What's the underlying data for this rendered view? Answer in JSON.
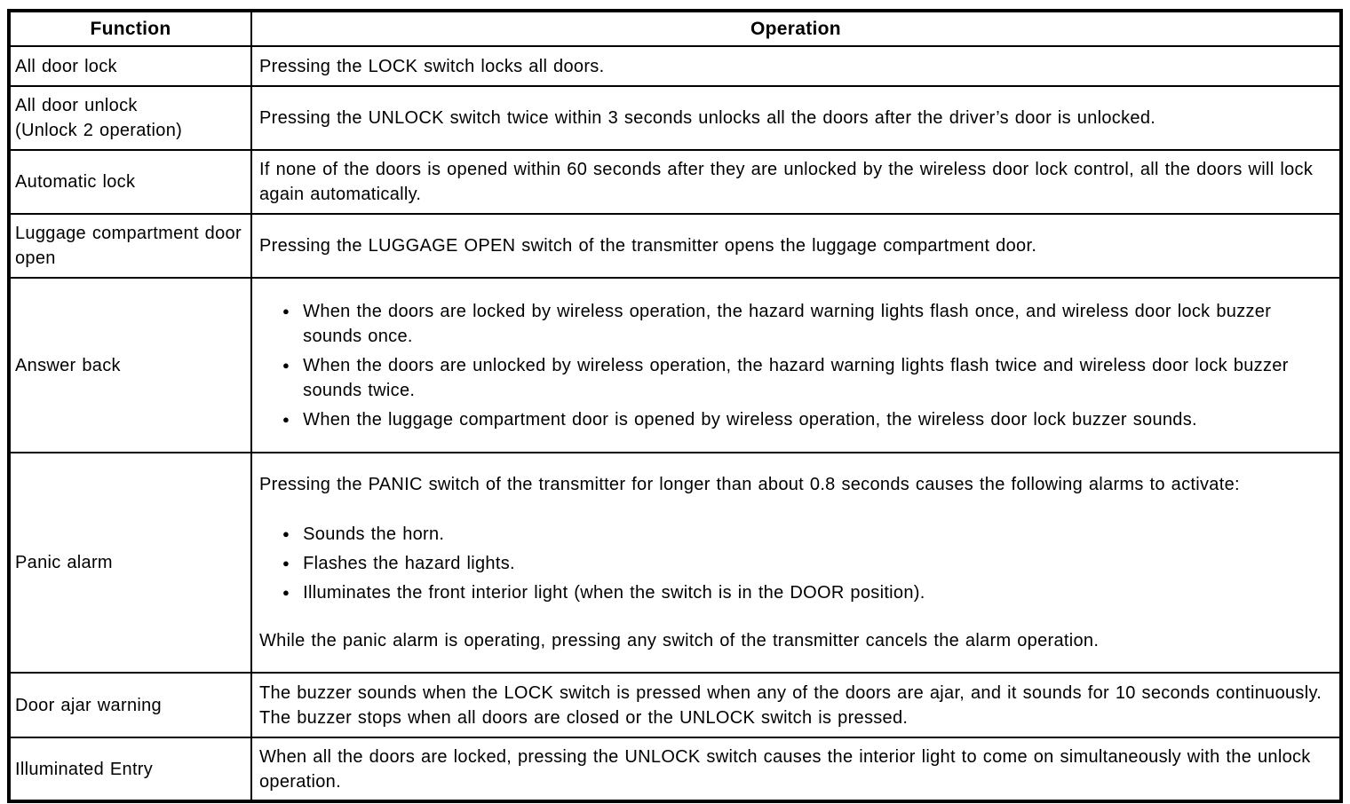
{
  "table": {
    "headers": {
      "function": "Function",
      "operation": "Operation"
    },
    "bullet_glyph": "●",
    "text_color": "#000000",
    "border_color": "#000000",
    "background_color": "#ffffff",
    "rows": [
      {
        "function": "All door lock",
        "operation": [
          {
            "type": "p",
            "text": "Pressing the LOCK switch locks all doors."
          }
        ]
      },
      {
        "function": "All door unlock\n(Unlock 2 operation)",
        "operation": [
          {
            "type": "p",
            "text": "Pressing the UNLOCK switch twice within 3 seconds unlocks all the doors after the driver’s door is unlocked."
          }
        ]
      },
      {
        "function": "Automatic lock",
        "operation": [
          {
            "type": "p",
            "text": "If none of the doors is opened within 60 seconds after they are unlocked by the wireless door lock control, all the doors will lock again automatically."
          }
        ]
      },
      {
        "function": "Luggage compartment door open",
        "operation": [
          {
            "type": "p",
            "text": "Pressing the LUGGAGE OPEN switch of the transmitter opens the luggage compartment door."
          }
        ]
      },
      {
        "function": "Answer back",
        "operation": [
          {
            "type": "bullets",
            "items": [
              "When the doors are locked by wireless operation, the hazard warning lights flash once, and wireless door lock buzzer sounds once.",
              "When the doors are unlocked by wireless operation, the hazard warning lights flash twice and wireless door lock buzzer sounds twice.",
              "When the luggage compartment door is opened by wireless operation, the wireless door lock buzzer sounds."
            ]
          }
        ]
      },
      {
        "function": "Panic alarm",
        "operation": [
          {
            "type": "p",
            "text": "Pressing the PANIC switch of the transmitter for longer than about 0.8 seconds causes the following alarms to activate:"
          },
          {
            "type": "bullets",
            "items": [
              "Sounds the horn.",
              "Flashes the hazard lights.",
              "Illuminates the front interior light (when the switch is in the DOOR position)."
            ]
          },
          {
            "type": "p",
            "text": "While the panic alarm is operating, pressing any switch of the transmitter cancels the alarm operation."
          }
        ]
      },
      {
        "function": "Door ajar warning",
        "operation": [
          {
            "type": "p",
            "text": "The buzzer sounds when the LOCK switch is pressed when any of the doors are ajar, and it sounds for 10 seconds continuously. The buzzer stops when all doors are closed or the UNLOCK switch is pressed."
          }
        ]
      },
      {
        "function": "Illuminated Entry",
        "operation": [
          {
            "type": "p",
            "text": "When all the doors are locked, pressing the UNLOCK switch causes the interior light to come on simultaneously with the unlock operation."
          }
        ]
      }
    ]
  }
}
